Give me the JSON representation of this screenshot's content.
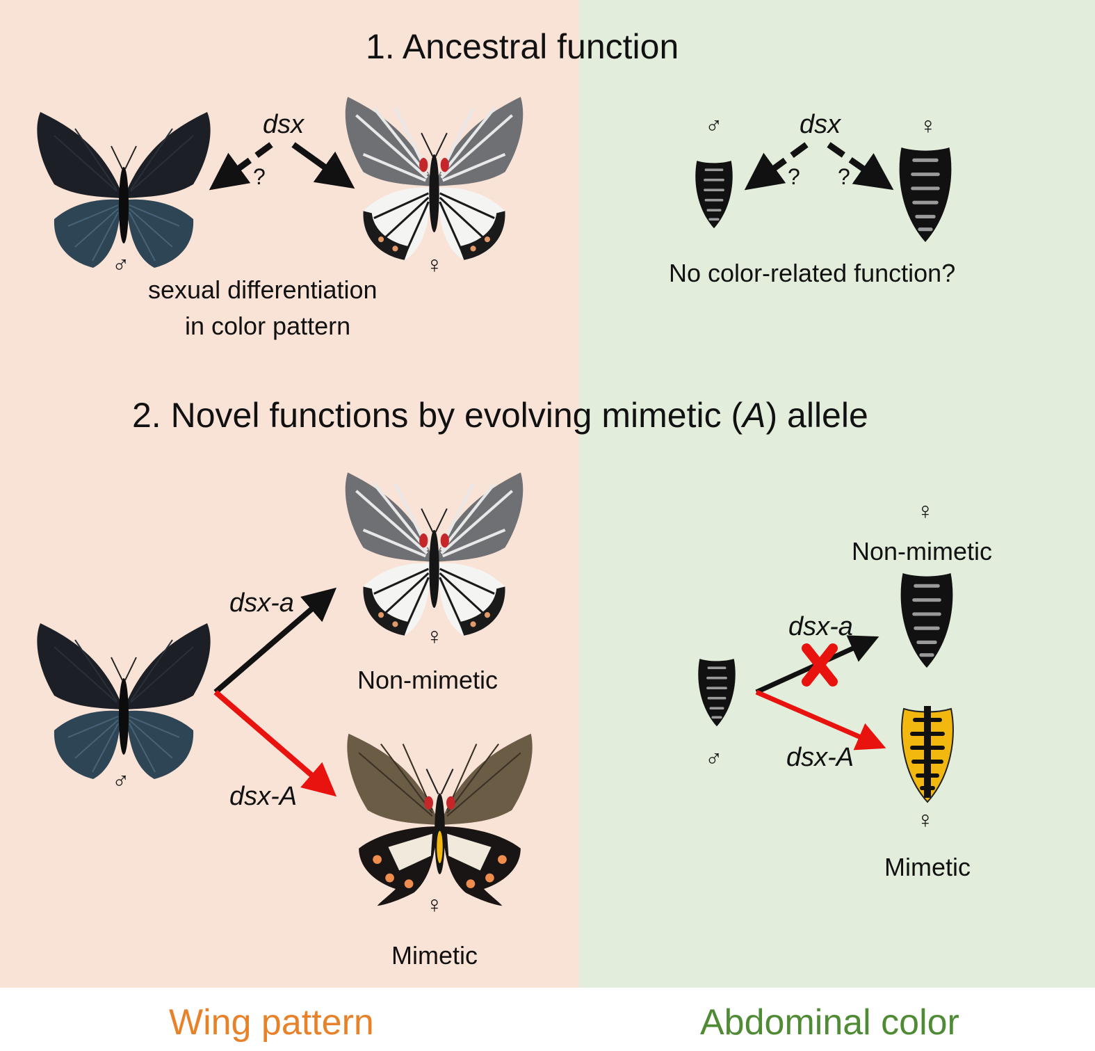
{
  "colors": {
    "wing_panel": "#f9e2d6",
    "abdomen_panel": "#e2eedb",
    "wing_label": "#e8822a",
    "abdomen_label": "#4f8a35",
    "novel_arrow": "#e8120f",
    "mimetic_yellow": "#f3b80f"
  },
  "section1": {
    "title": "1. Ancestral function",
    "wing": {
      "gene": "dsx",
      "question": "?",
      "male_symbol": "♂",
      "female_symbol": "♀",
      "caption_line1": "sexual differentiation",
      "caption_line2": "in color pattern"
    },
    "abdomen": {
      "gene": "dsx",
      "question_left": "?",
      "question_right": "?",
      "male_symbol": "♂",
      "female_symbol": "♀",
      "caption": "No color-related function?"
    }
  },
  "section2": {
    "title_part1": "2. Novel functions by evolving mimetic (",
    "title_allele": "A",
    "title_part2": ") allele",
    "wing": {
      "gene_a": "dsx-a",
      "gene_A": "dsx-A",
      "male_symbol": "♂",
      "female_symbol_nonmimetic": "♀",
      "female_symbol_mimetic": "♀",
      "nonmimetic_label": "Non-mimetic",
      "mimetic_label": "Mimetic"
    },
    "abdomen": {
      "gene_a": "dsx-a",
      "gene_A": "dsx-A",
      "male_symbol": "♂",
      "female_symbol_nonmimetic": "♀",
      "female_symbol_mimetic": "♀",
      "nonmimetic_label": "Non-mimetic",
      "mimetic_label": "Mimetic"
    }
  },
  "footer": {
    "wing_label": "Wing pattern",
    "abdomen_label": "Abdominal color"
  }
}
